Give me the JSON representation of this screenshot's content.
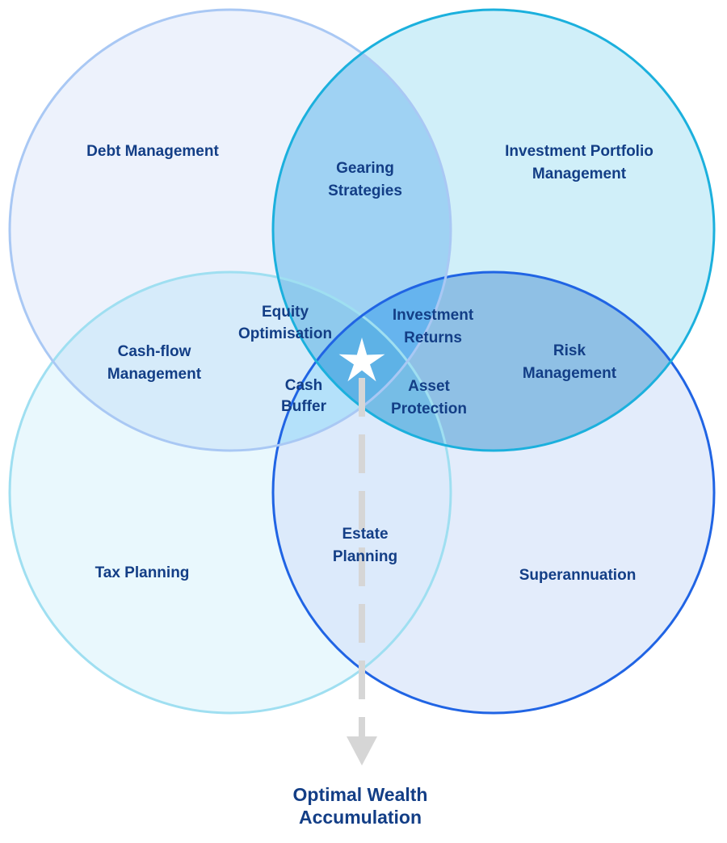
{
  "colors": {
    "debt": "#a9c8f4",
    "investment": "#1bb0dd",
    "tax": "#9fdff1",
    "super": "#2064e4",
    "label_text": "#133e86",
    "arrow": "#d6d6d6"
  },
  "circles": {
    "debt": "Debt Management",
    "investment": [
      "Investment Portfolio",
      "Management"
    ],
    "tax": "Tax Planning",
    "super": "Superannuation"
  },
  "overlaps": {
    "gearing": [
      "Gearing",
      "Strategies"
    ],
    "equity": [
      "Equity",
      "Optimisation"
    ],
    "returns": [
      "Investment",
      "Returns"
    ],
    "cashflow": [
      "Cash-flow",
      "Management"
    ],
    "risk": [
      "Risk",
      "Management"
    ],
    "buffer": [
      "Cash",
      "Buffer"
    ],
    "asset": [
      "Asset",
      "Protection"
    ],
    "estate": [
      "Estate",
      "Planning"
    ]
  },
  "outcome": [
    "Optimal Wealth",
    "Accumulation"
  ],
  "icons": {
    "center": "star-icon",
    "arrow": "arrow-down-icon"
  }
}
